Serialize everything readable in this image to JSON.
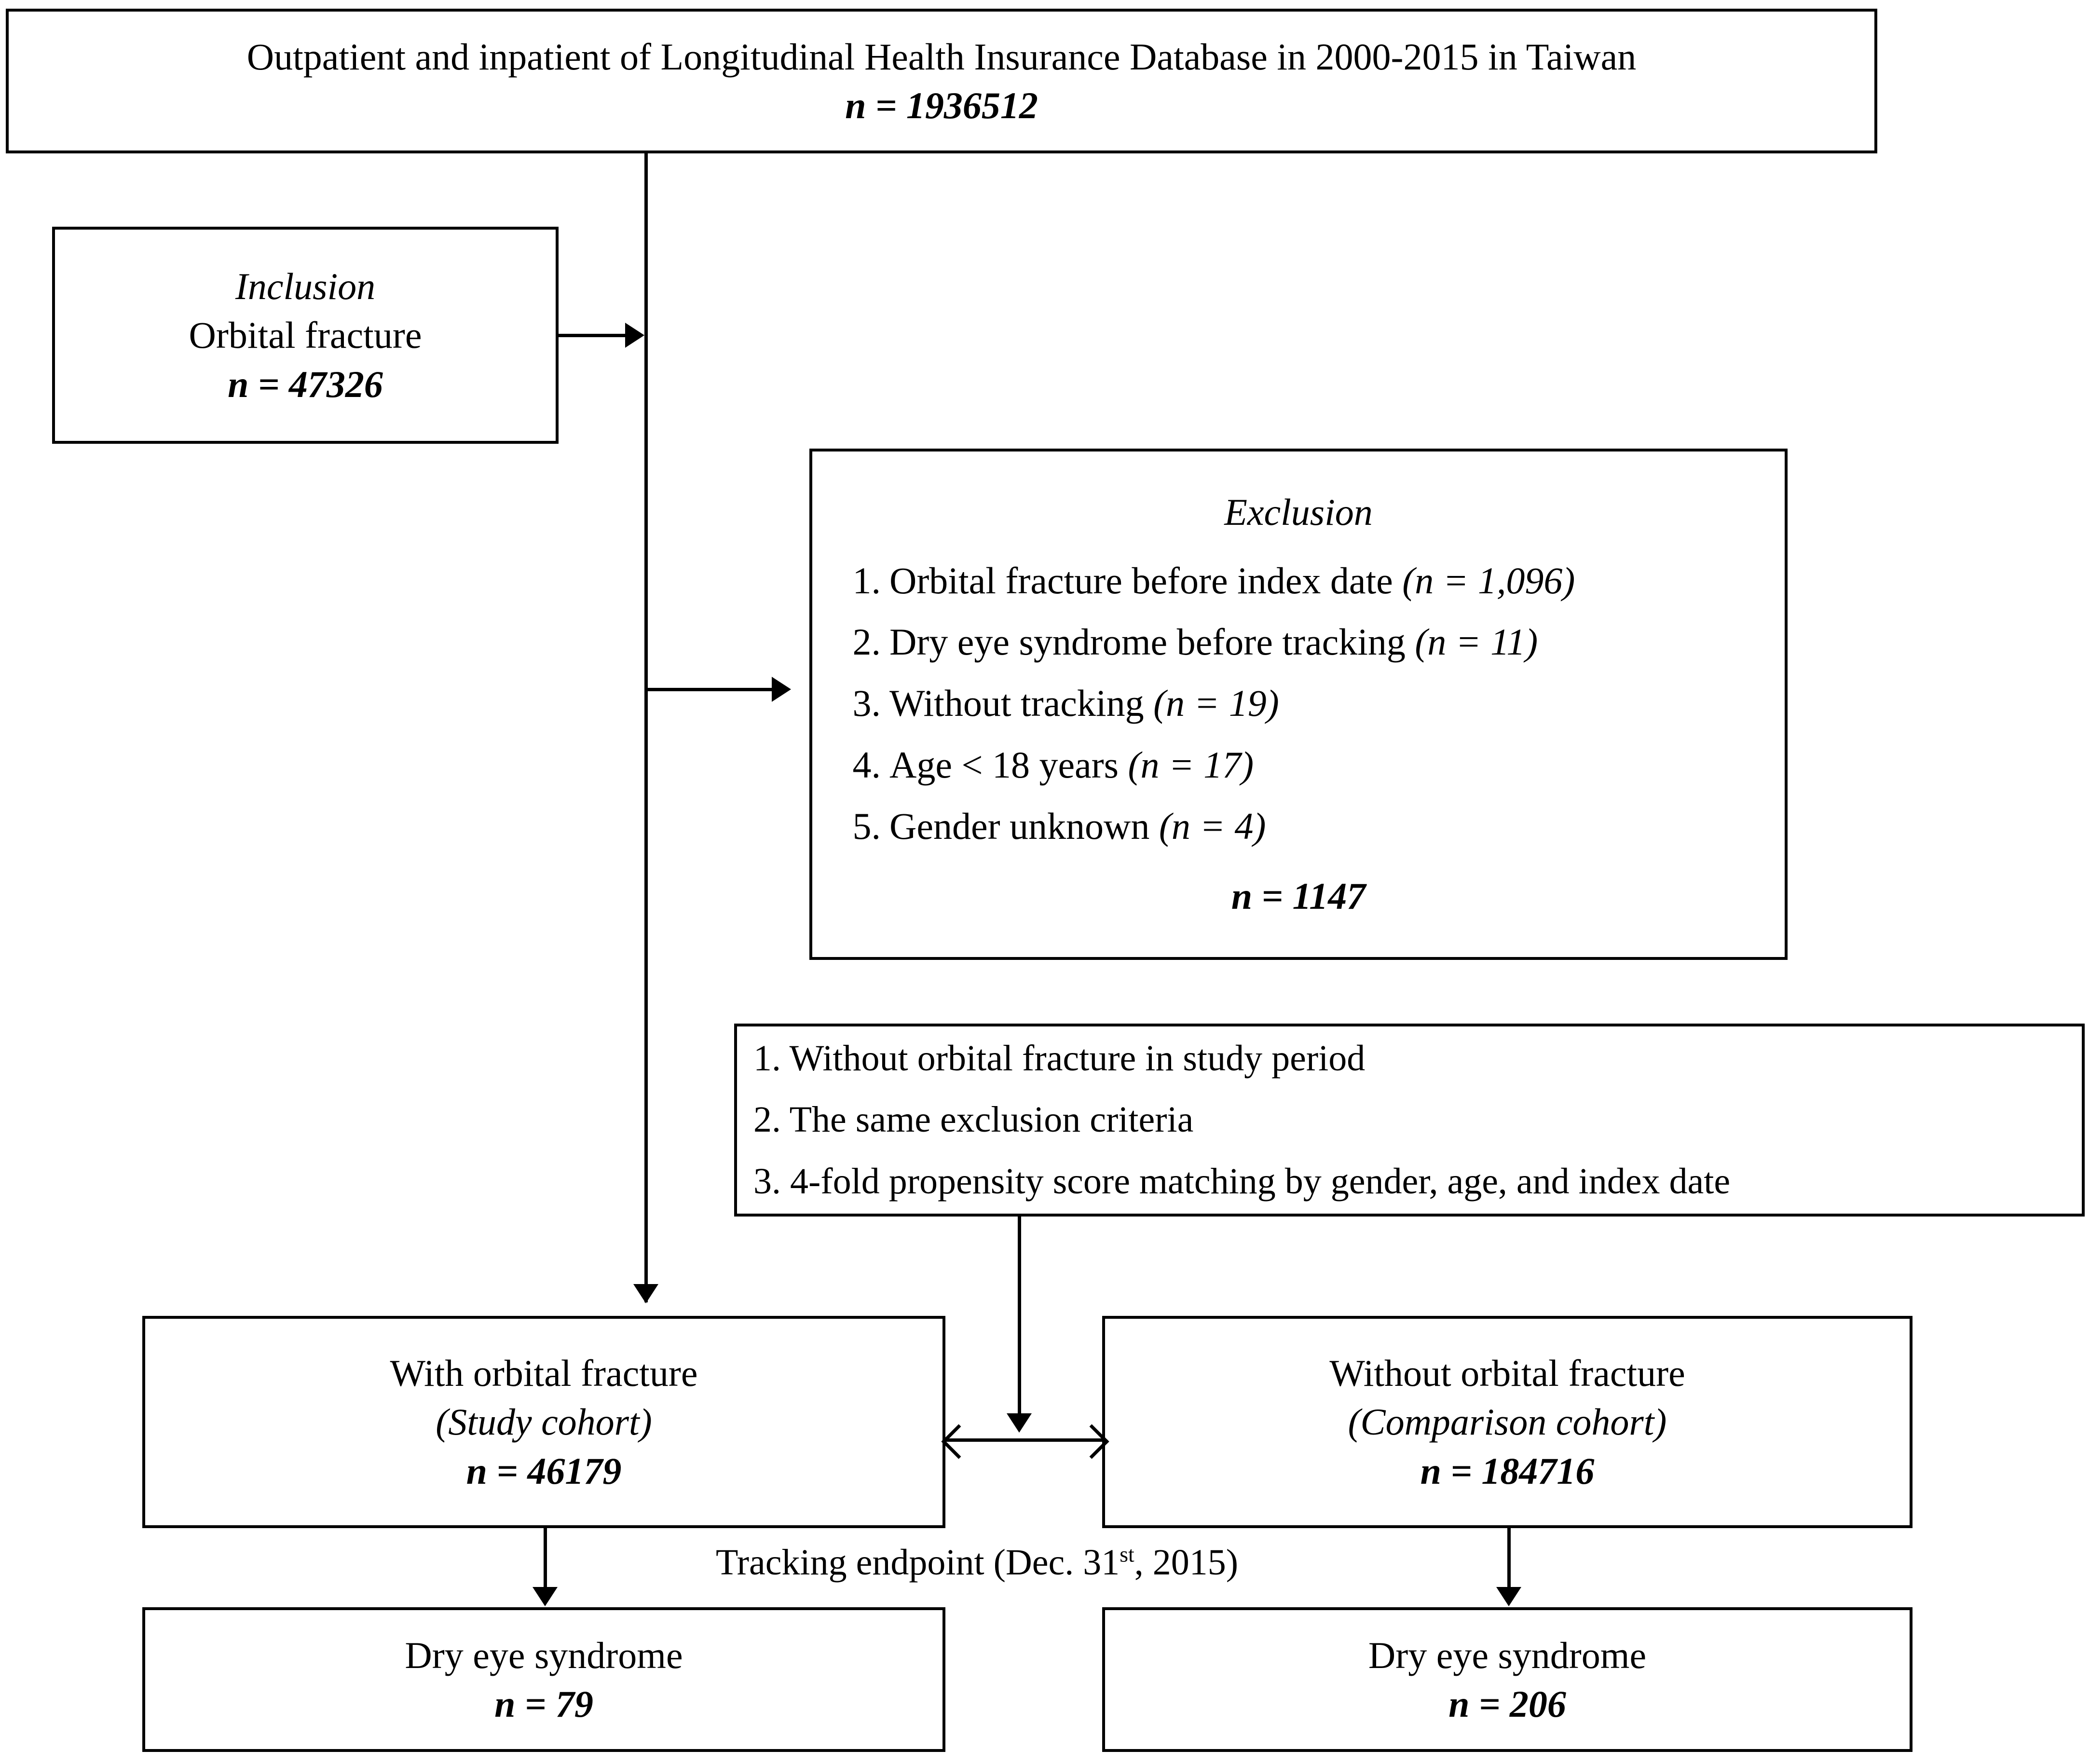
{
  "title_box": {
    "heading": "Outpatient and inpatient of Longitudinal Health Insurance Database in 2000-2015 in Taiwan",
    "count": "n = 1936512"
  },
  "inclusion_box": {
    "heading": "Inclusion",
    "criterion": "Orbital fracture",
    "count": "n = 47326"
  },
  "exclusion_box": {
    "heading": "Exclusion",
    "items": [
      {
        "num": "1.",
        "text": "Orbital fracture before index date ",
        "count": "(n = 1,096)"
      },
      {
        "num": "2.",
        "text": "Dry eye syndrome before tracking ",
        "count": "(n = 11)"
      },
      {
        "num": "3.",
        "text": "Without tracking ",
        "count": "(n = 19)"
      },
      {
        "num": "4.",
        "text": "Age < 18 years ",
        "count": "(n = 17)"
      },
      {
        "num": "5.",
        "text": "Gender unknown ",
        "count": "(n = 4)"
      }
    ],
    "count": "n = 1147"
  },
  "matching_box": {
    "items": [
      "1. Without orbital fracture in study period",
      "2. The same exclusion criteria",
      "3. 4-fold propensity score matching by gender, age, and index date"
    ]
  },
  "study_cohort_box": {
    "label": "With orbital fracture",
    "sublabel": "(Study cohort)",
    "count": "n = 46179"
  },
  "comparison_cohort_box": {
    "label": "Without orbital fracture",
    "sublabel": "(Comparison cohort)",
    "count": "n = 184716"
  },
  "tracking_endpoint": {
    "prefix": "Tracking endpoint (Dec. 31",
    "superscript": "st",
    "suffix": ", 2015)"
  },
  "outcome_study_box": {
    "label": "Dry eye syndrome",
    "count": "n = 79"
  },
  "outcome_comparison_box": {
    "label": "Dry eye syndrome",
    "count": "n = 206"
  },
  "colors": {
    "line": "#000000",
    "background": "#ffffff",
    "text": "#000000"
  }
}
